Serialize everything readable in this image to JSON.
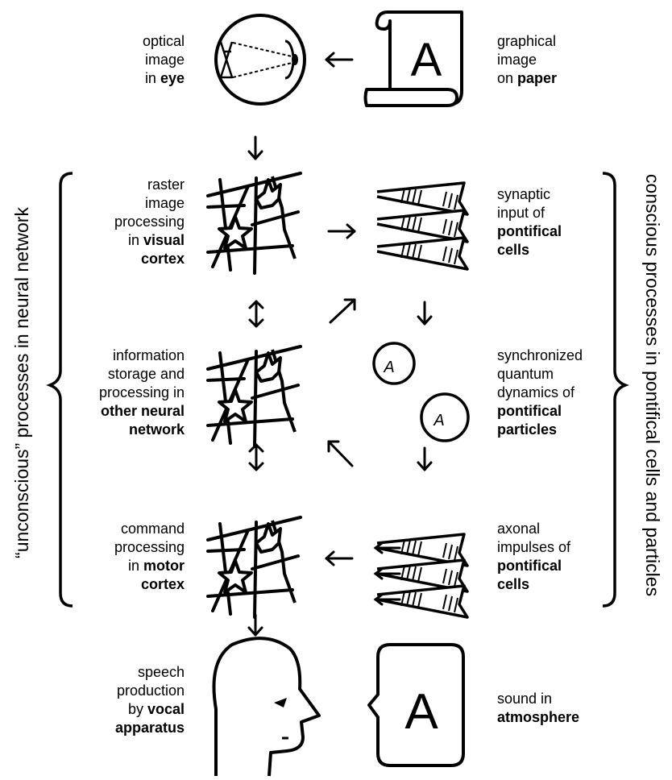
{
  "side_labels": {
    "left": "“unconscious” processes in neural network",
    "right": "conscious processes in pontifical cells and particles"
  },
  "nodes": {
    "eye": {
      "lines": [
        {
          "text": "optical"
        },
        {
          "text": "image"
        },
        {
          "pre": "in ",
          "bold": "eye"
        }
      ]
    },
    "paper": {
      "lines": [
        {
          "text": "graphical"
        },
        {
          "text": "image"
        },
        {
          "pre": "on ",
          "bold": "paper"
        }
      ],
      "glyph": "A"
    },
    "visual_cortex": {
      "lines": [
        {
          "text": "raster"
        },
        {
          "text": "image"
        },
        {
          "text": "processing"
        },
        {
          "pre": "in ",
          "bold": "visual"
        },
        {
          "bold": "cortex"
        }
      ]
    },
    "synaptic": {
      "lines": [
        {
          "text": "synaptic"
        },
        {
          "text": "input of"
        },
        {
          "bold": "pontifical"
        },
        {
          "bold": "cells"
        }
      ]
    },
    "other_network": {
      "lines": [
        {
          "text": "information"
        },
        {
          "text": "storage and"
        },
        {
          "text": "processing in"
        },
        {
          "bold": "other neural"
        },
        {
          "bold": "network"
        }
      ]
    },
    "quantum": {
      "lines": [
        {
          "text": "synchronized"
        },
        {
          "text": "quantum"
        },
        {
          "text": "dynamics of"
        },
        {
          "bold": "pontifical"
        },
        {
          "bold": "particles"
        }
      ]
    },
    "motor_cortex": {
      "lines": [
        {
          "text": "command"
        },
        {
          "text": "processing"
        },
        {
          "pre": "in ",
          "bold": "motor"
        },
        {
          "bold": "cortex"
        }
      ]
    },
    "axonal": {
      "lines": [
        {
          "text": "axonal"
        },
        {
          "text": "impulses of"
        },
        {
          "bold": "pontifical"
        },
        {
          "bold": "cells"
        }
      ]
    },
    "speech": {
      "lines": [
        {
          "text": "speech"
        },
        {
          "text": "production"
        },
        {
          "pre": "by ",
          "bold": "vocal"
        },
        {
          "bold": "apparatus"
        }
      ]
    },
    "sound": {
      "lines": [
        {
          "text": "sound in"
        },
        {
          "bold": "atmosphere"
        }
      ],
      "glyph": "A"
    }
  },
  "arrows": {
    "paper_to_eye": "←",
    "eye_to_cortex": "↓",
    "cortex_to_synaptic": "→",
    "synaptic_to_quantum": "↓",
    "visual_other": "↕",
    "other_to_synaptic": "↗",
    "quantum_to_axonal": "↓",
    "other_motor": "↕",
    "axonal_to_other": "↖",
    "axonal_to_motor": "←",
    "motor_to_speech": "↓"
  }
}
